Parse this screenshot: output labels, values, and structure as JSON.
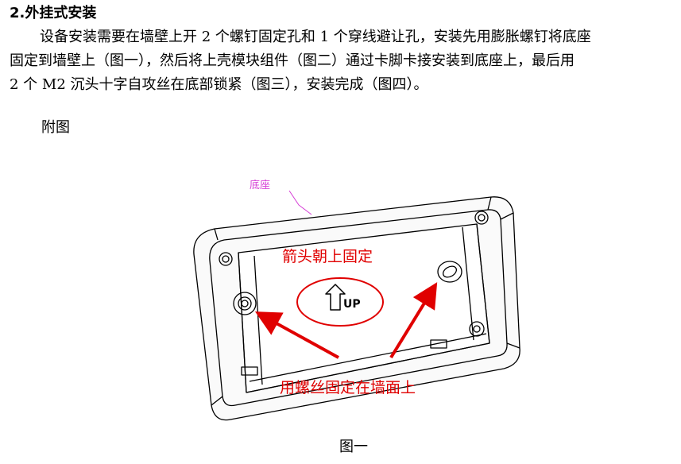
{
  "section": {
    "heading": "2.外挂式安装",
    "paragraph_lines": [
      "设备安装需要在墙壁上开 2 个螺钉固定孔和 1 个穿线避让孔，安装先用膨胀螺钉将底座",
      "固定到墙壁上（图一），然后将上壳模块组件（图二）通过卡脚卡接安装到底座上，最后用",
      "2 个 M2 沉头十字自攻丝在底部锁紧（图三），安装完成（图四）。"
    ]
  },
  "appendix_label": "附图",
  "figure": {
    "labels": {
      "base": "底座",
      "arrow_up_fix": "箭头朝上固定",
      "screw_to_wall": "用螺丝固定在墙面上",
      "up_mark": "UP"
    },
    "caption": "图一",
    "colors": {
      "annotation_red": "#e00000",
      "base_label_magenta": "#d63fd6",
      "line_art": "#000000"
    }
  }
}
